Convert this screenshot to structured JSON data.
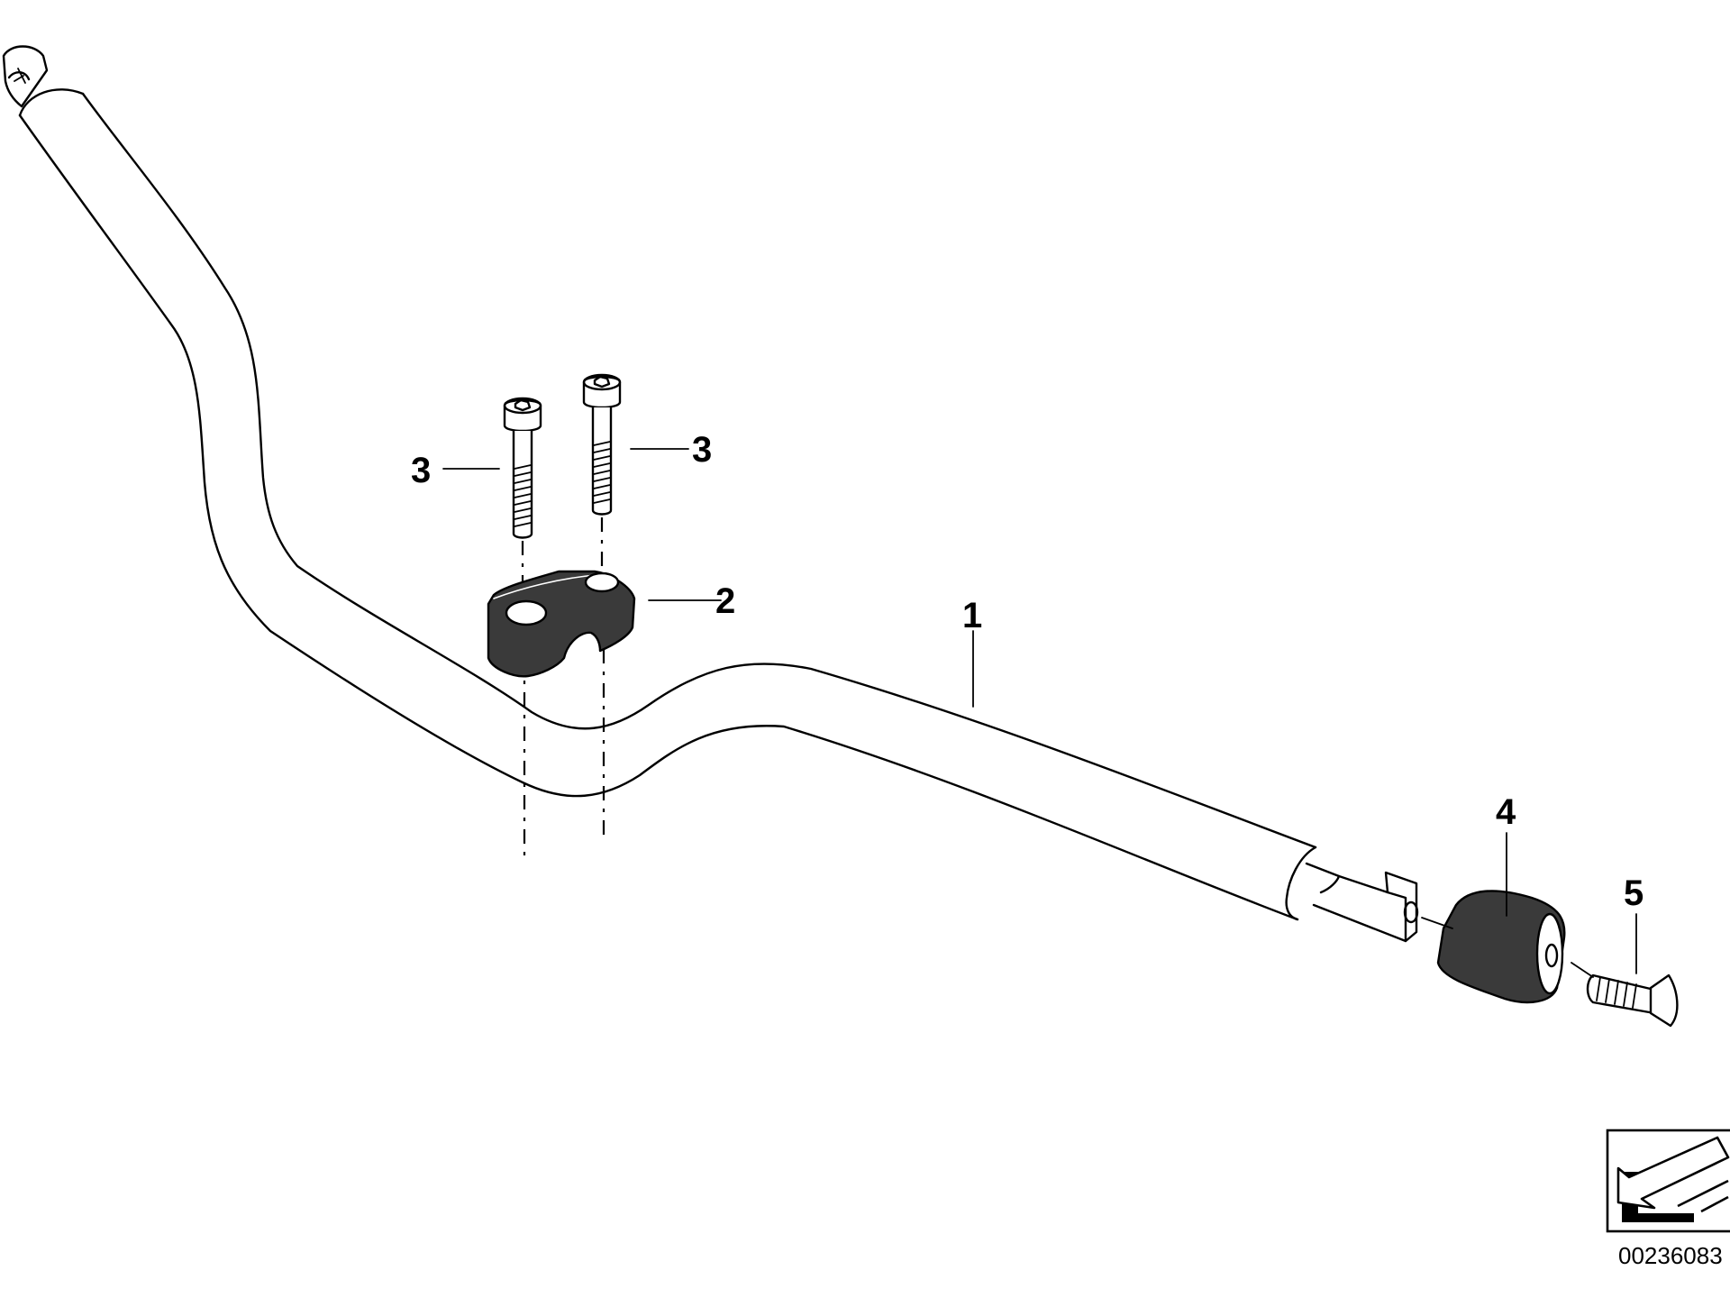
{
  "diagram": {
    "callouts": [
      {
        "id": "1",
        "label": "1"
      },
      {
        "id": "2",
        "label": "2"
      },
      {
        "id": "3a",
        "label": "3"
      },
      {
        "id": "3b",
        "label": "3"
      },
      {
        "id": "4",
        "label": "4"
      },
      {
        "id": "5",
        "label": "5"
      }
    ],
    "document_number": "00236083"
  }
}
